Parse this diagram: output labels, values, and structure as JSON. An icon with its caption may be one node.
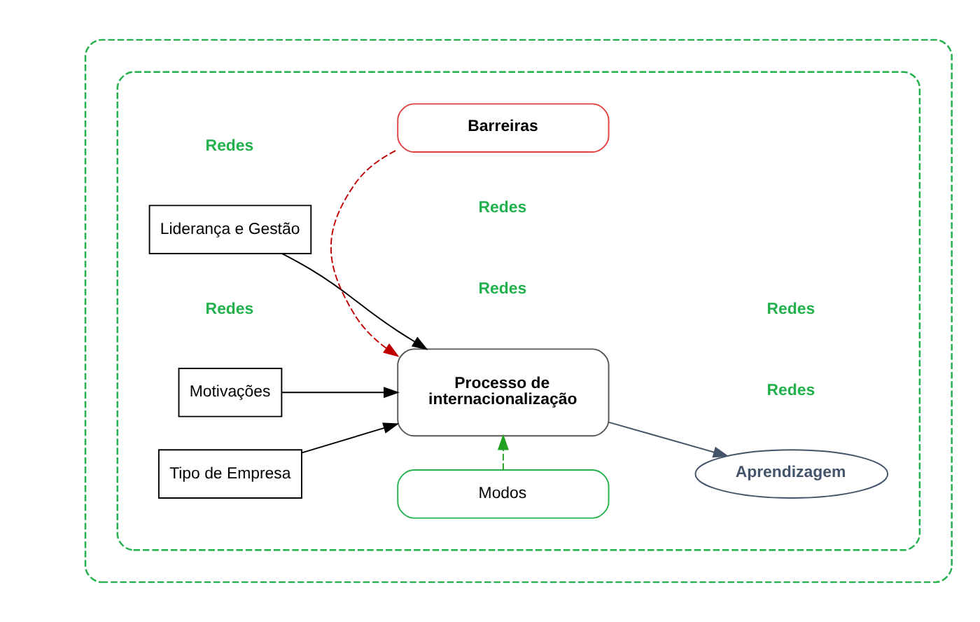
{
  "diagram": {
    "nodes": [
      {
        "text": [],
        "shape": "ellipse"
      },
      {
        "text": [],
        "shape": "ellipse",
        "in": 0
      },
      {
        "text": [
          "Tipo de Empresa"
        ],
        "in": 1
      },
      {
        "text": [
          "Liderança e Gestão"
        ],
        "in": 1
      },
      {
        "text": [
          "Motivações"
        ],
        "in": 1
      },
      {
        "text": [
          "Modos"
        ],
        "in": 1
      },
      {
        "text": [
          "Processo de internacionalização"
        ],
        "in": 1
      },
      {
        "text": [
          "Barreiras"
        ],
        "in": 1
      },
      {
        "text": [
          "Aprendizagem"
        ],
        "in": 1
      }
    ],
    "edges": [
      {
        "from": 2,
        "to": 6,
        "arrow": "to"
      },
      {
        "from": 3,
        "to": 6,
        "arrow": "to"
      },
      {
        "from": 4,
        "to": 6,
        "arrow": "to"
      },
      {
        "from": 5,
        "to": 6,
        "arrow": "to",
        "style": "dashed",
        "color": "#22a022"
      },
      {
        "from": 7,
        "to": 6,
        "arrow": "to",
        "style": "dashed",
        "color": "#c00000"
      },
      {
        "from": 6,
        "to": 8,
        "arrow": "to",
        "color": "#44546a"
      }
    ],
    "labels": [
      "Redes",
      "Redes",
      "Redes",
      "Redes",
      "Redes",
      "Redes"
    ]
  }
}
